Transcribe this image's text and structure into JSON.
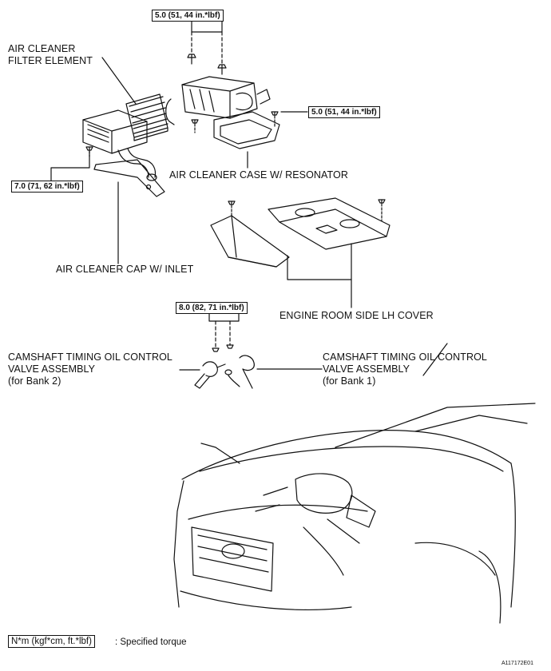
{
  "labels": {
    "air_cleaner_filter_element": [
      "AIR CLEANER",
      "FILTER ELEMENT"
    ],
    "air_cleaner_case": "AIR CLEANER CASE W/ RESONATOR",
    "air_cleaner_cap": "AIR CLEANER CAP W/ INLET",
    "engine_room_side_cover": "ENGINE ROOM SIDE LH COVER",
    "ocv_bank2": [
      "CAMSHAFT TIMING OIL CONTROL",
      "VALVE ASSEMBLY",
      "(for Bank 2)"
    ],
    "ocv_bank1": [
      "CAMSHAFT TIMING OIL CONTROL",
      "VALVE ASSEMBLY",
      "(for Bank 1)"
    ]
  },
  "torques": {
    "case_top": "5.0 (51, 44 in.*lbf)",
    "case_right": "5.0 (51, 44 in.*lbf)",
    "cap": "7.0 (71, 62 in.*lbf)",
    "ocv": "8.0 (82, 71 in.*lbf)"
  },
  "legend": {
    "unit": "N*m (kgf*cm, ft.*lbf)",
    "text": ": Specified torque"
  },
  "figure_code": "A117172E01",
  "colors": {
    "ink": "#111111",
    "background": "#ffffff"
  }
}
